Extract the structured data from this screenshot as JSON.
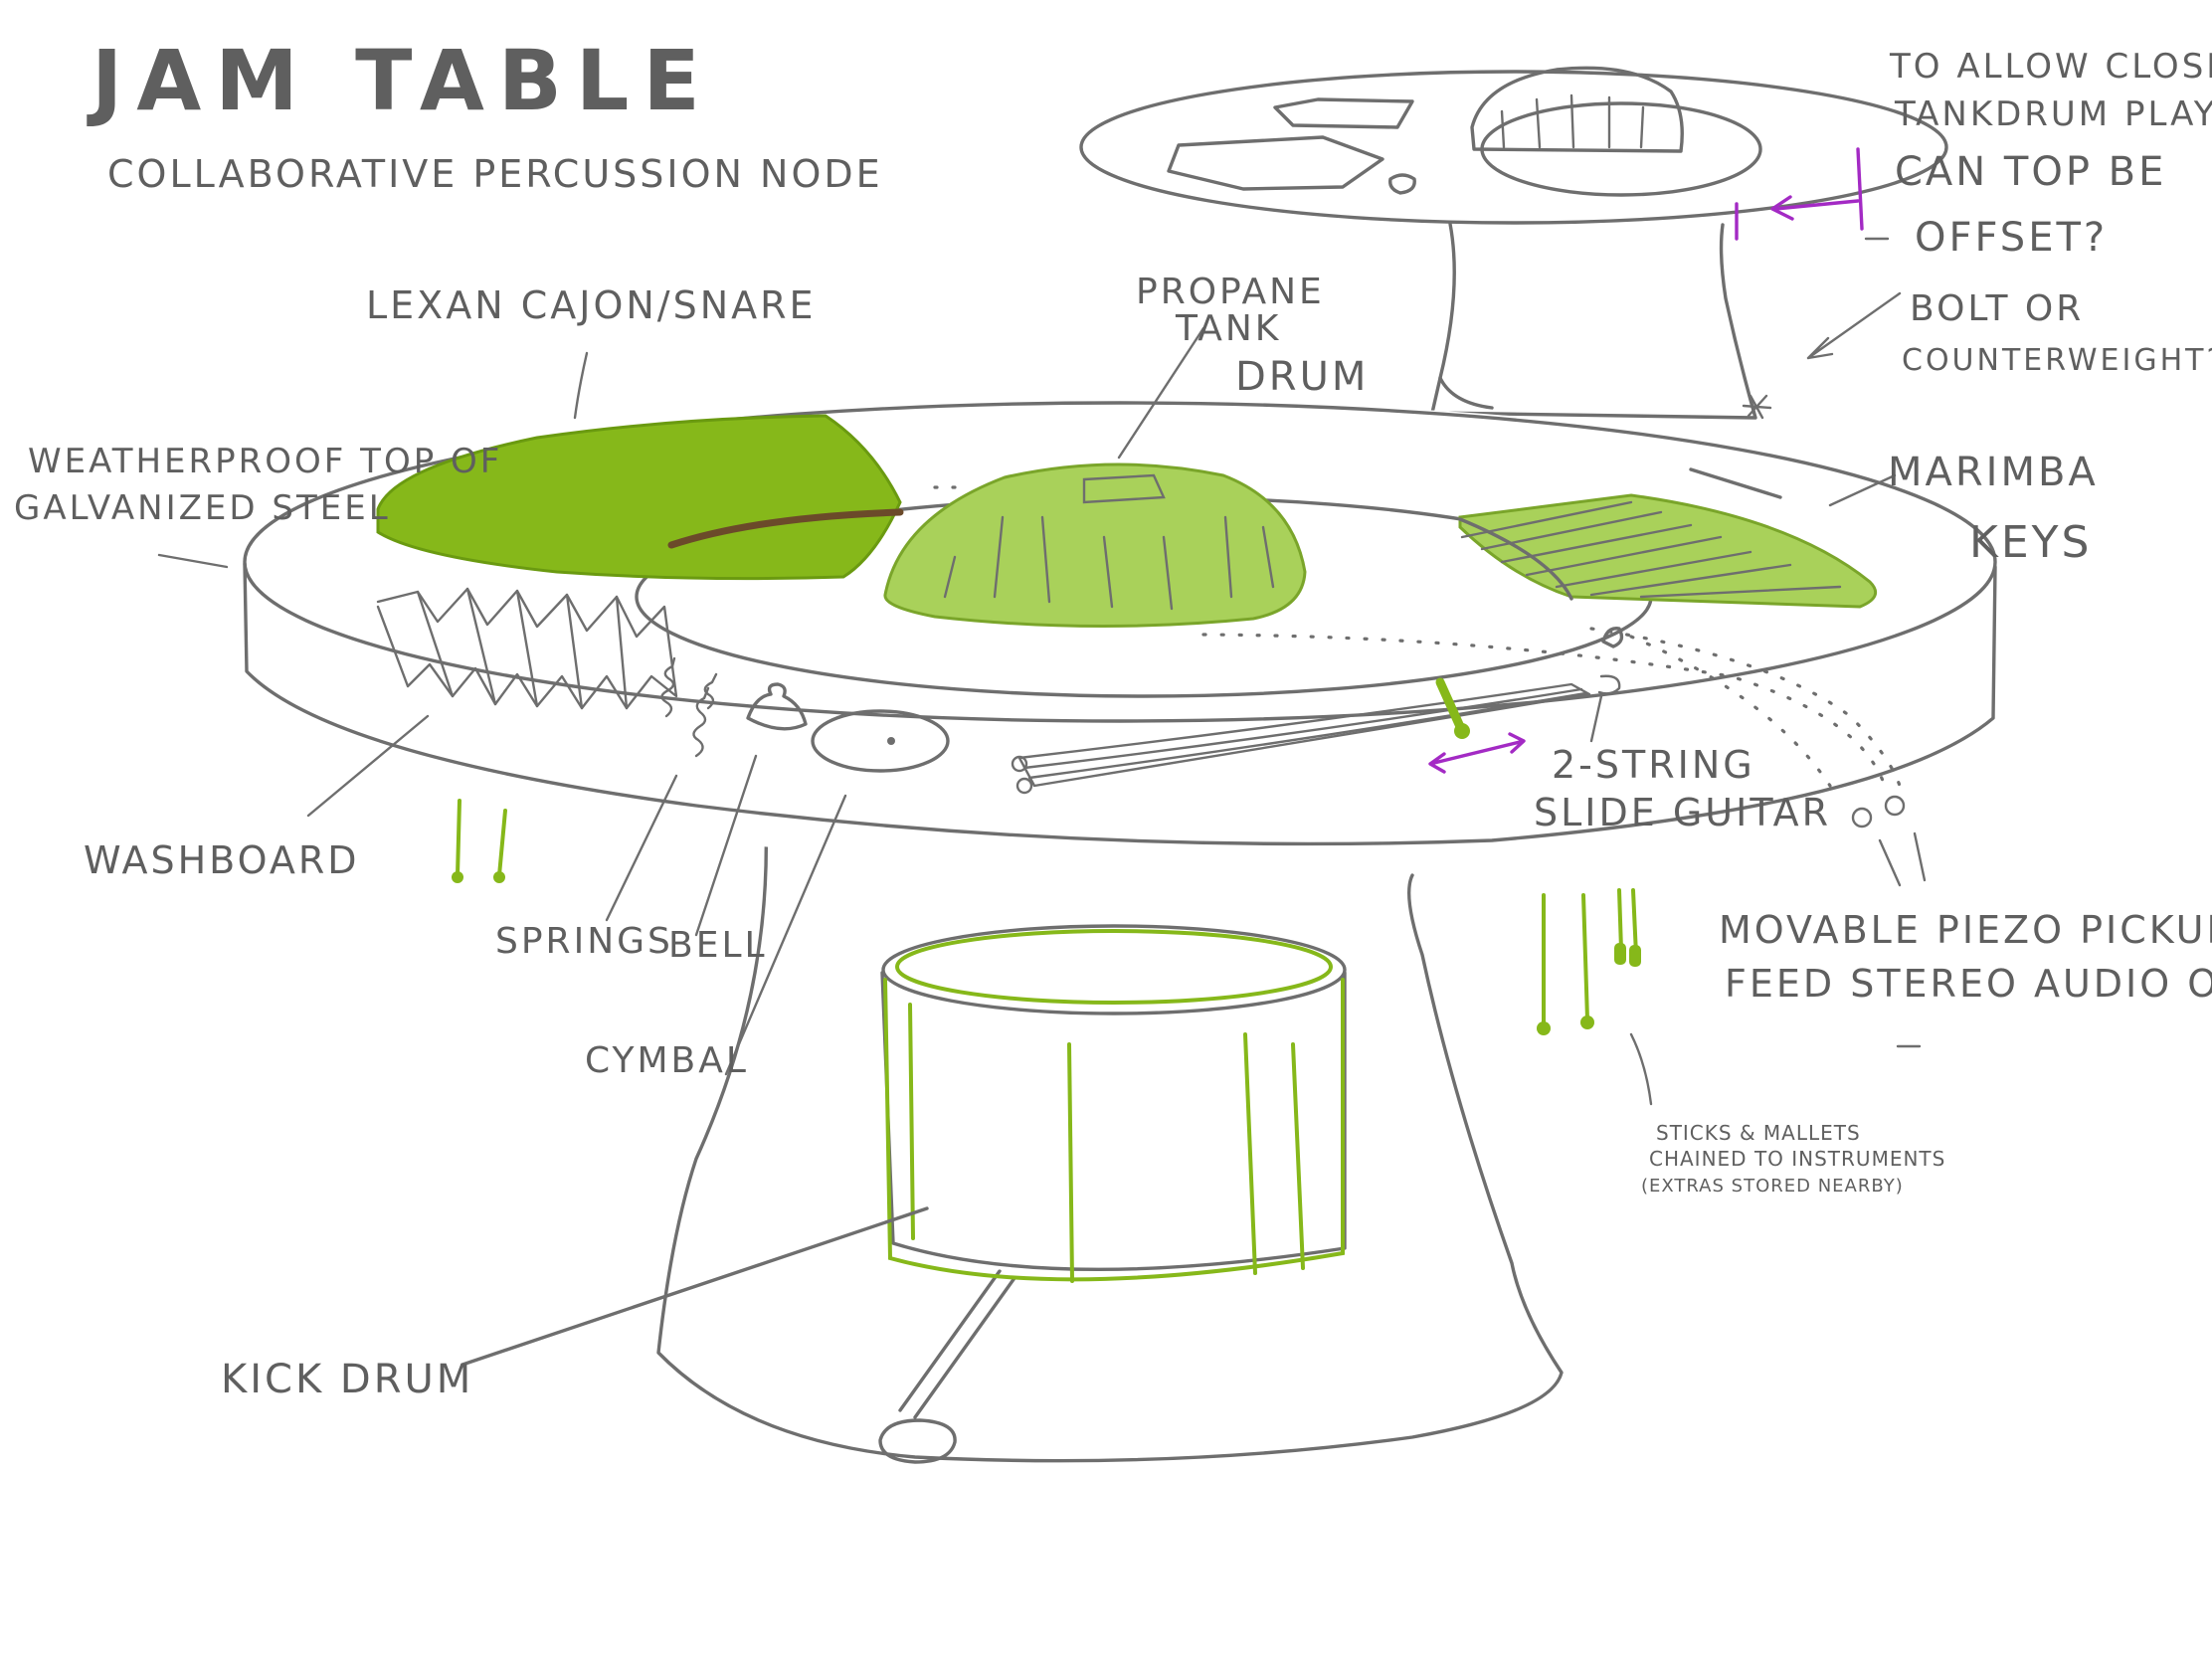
{
  "title": "JAM TABLE",
  "subtitle": "COLLABORATIVE PERCUSSION NODE",
  "labels": {
    "lexan": "LEXAN CAJON/SNARE",
    "propane_line1": "PROPANE",
    "propane_line2": "TANK",
    "propane_line3": "DRUM",
    "weatherproof_line1": "WEATHERPROOF TOP OF",
    "weatherproof_line2": "GALVANIZED STEEL",
    "marimba_line1": "MARIMBA",
    "marimba_line2": "KEYS",
    "washboard": "WASHBOARD",
    "springs": "SPRINGS",
    "bell": "BELL",
    "cymbal": "CYMBAL",
    "guitar_line1": "2-STRING",
    "guitar_line2": "SLIDE GUITAR",
    "piezo_line1": "MOVABLE PIEZO PICKUPS",
    "piezo_line2": "FEED STEREO AUDIO OUT",
    "sticks_line1": "STICKS & MALLETS",
    "sticks_line2": "CHAINED TO INSTRUMENTS",
    "sticks_line3": "(EXTRAS STORED NEARBY)",
    "kick": "KICK DRUM"
  },
  "notes": {
    "offset_line1": "TO ALLOW CLOSER",
    "offset_line2": "TANKDRUM PLAY,",
    "offset_line3": "CAN TOP BE",
    "offset_line4": "OFFSET?",
    "bolt_line1": "BOLT OR",
    "bolt_line2": "COUNTERWEIGHT?"
  },
  "colors": {
    "ink": "#6e6e6e",
    "green_solid": "#8bbb14",
    "green_light": "#a9d15a",
    "accent_purple": "#a32ac4"
  }
}
